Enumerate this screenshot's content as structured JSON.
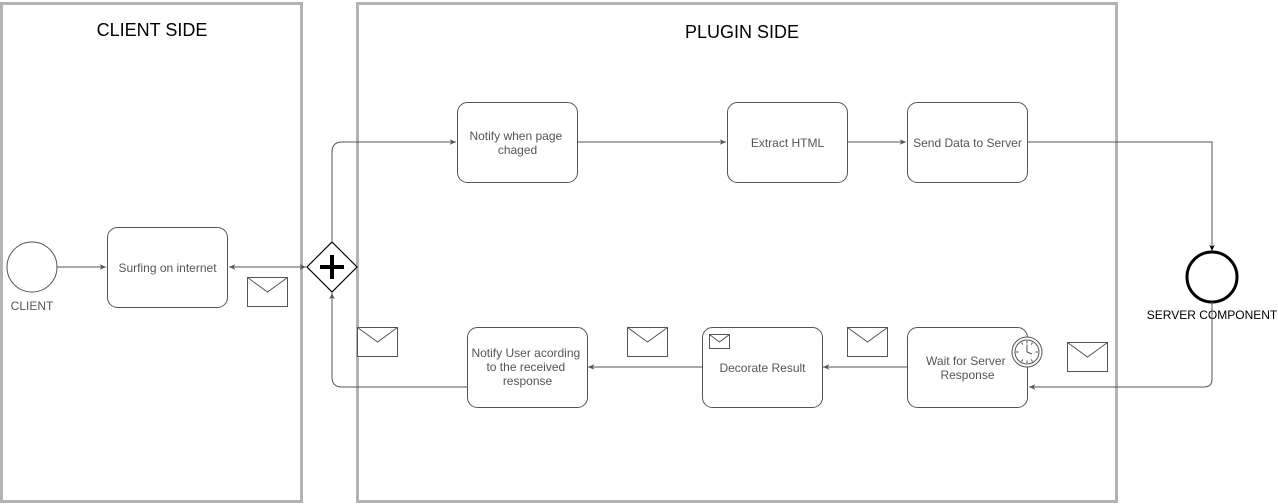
{
  "pools": {
    "client": {
      "title": "CLIENT SIDE"
    },
    "plugin": {
      "title": "PLUGIN SIDE"
    }
  },
  "events": {
    "client_start": {
      "label": "CLIENT"
    },
    "server": {
      "label": "SERVER COMPONENT"
    }
  },
  "tasks": {
    "surfing": {
      "lines": [
        "Surfing on internet"
      ]
    },
    "notify_page": {
      "lines": [
        "Notify when page",
        "chaged"
      ]
    },
    "extract": {
      "lines": [
        "Extract HTML"
      ]
    },
    "send": {
      "lines": [
        "Send Data to Server"
      ]
    },
    "wait": {
      "lines": [
        "Wait for Server",
        "Response"
      ]
    },
    "decorate": {
      "lines": [
        "Decorate Result"
      ]
    },
    "notify_user": {
      "lines": [
        "Notify User acording",
        "to the received",
        "response"
      ]
    }
  },
  "icons": {
    "gateway": "parallel-gateway-plus",
    "message": "envelope",
    "timer": "clock",
    "colors": {
      "stroke": "#555555",
      "pool_border": "#b3b3b3",
      "title": "#000000"
    }
  }
}
